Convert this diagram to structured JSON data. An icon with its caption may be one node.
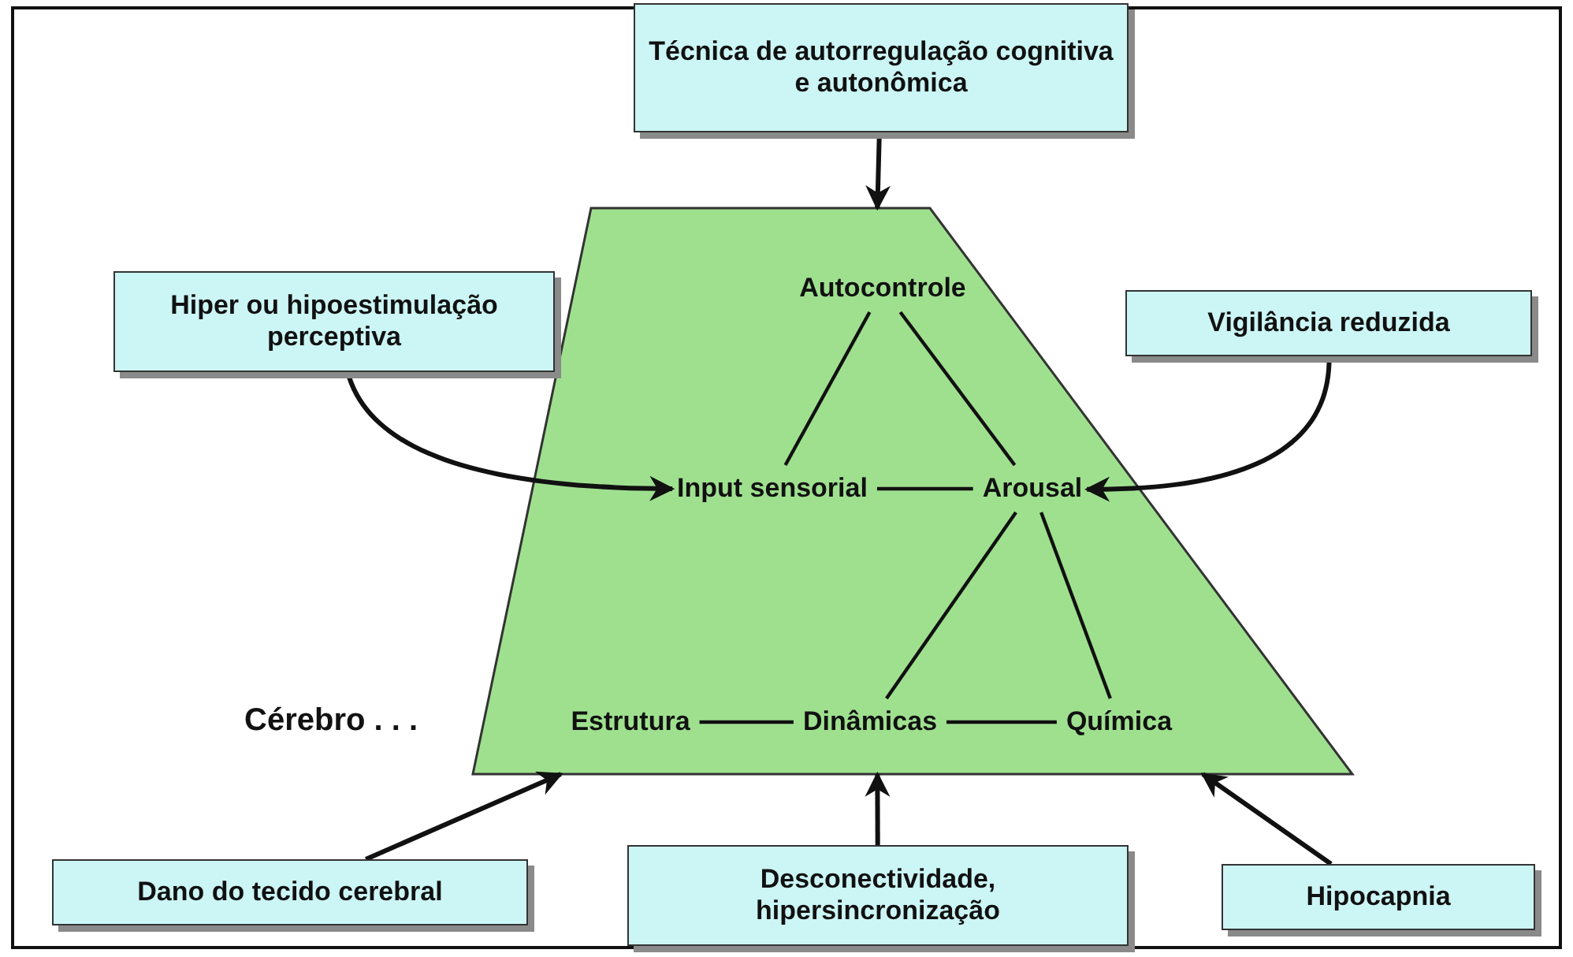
{
  "diagram": {
    "nodes": [
      {
        "text": [
          "Técnica de autorregulação cognitiva e autonômica"
        ]
      },
      {
        "text": [
          "Hiper ou hipoestimulação perceptiva"
        ]
      },
      {
        "text": [
          "Vigilância reduzida"
        ]
      },
      {
        "text": [],
        "shape": "trapezoid",
        "beside": [
          "Cérebro . . ."
        ]
      },
      {
        "text": [
          "Autocontrole"
        ],
        "in": 3
      },
      {
        "text": [
          "Input sensorial"
        ],
        "in": 3
      },
      {
        "text": [
          "Arousal"
        ],
        "in": 3
      },
      {
        "text": [
          "Estrutura"
        ],
        "in": 3
      },
      {
        "text": [
          "Dinâmicas"
        ],
        "in": 3
      },
      {
        "text": [
          "Química"
        ],
        "in": 3
      },
      {
        "text": [
          "Dano do tecido cerebral"
        ]
      },
      {
        "text": [
          "Desconectividade, hipersincronização"
        ]
      },
      {
        "text": [
          "Hipocapnia"
        ]
      }
    ],
    "edges": [
      {
        "from": 0,
        "to": 3,
        "arrow": "to"
      },
      {
        "from": 1,
        "to": 5,
        "arrow": "to"
      },
      {
        "from": 2,
        "to": 6,
        "arrow": "to"
      },
      {
        "from": 4,
        "to": 5,
        "arrow": "none"
      },
      {
        "from": 4,
        "to": 6,
        "arrow": "none"
      },
      {
        "from": 5,
        "to": 6,
        "arrow": "none"
      },
      {
        "from": 6,
        "to": 8,
        "arrow": "none"
      },
      {
        "from": 6,
        "to": 9,
        "arrow": "none"
      },
      {
        "from": 7,
        "to": 8,
        "arrow": "none"
      },
      {
        "from": 8,
        "to": 9,
        "arrow": "none"
      },
      {
        "from": 10,
        "to": 3,
        "arrow": "to"
      },
      {
        "from": 11,
        "to": 3,
        "arrow": "to"
      },
      {
        "from": 12,
        "to": 3,
        "arrow": "to"
      }
    ]
  }
}
